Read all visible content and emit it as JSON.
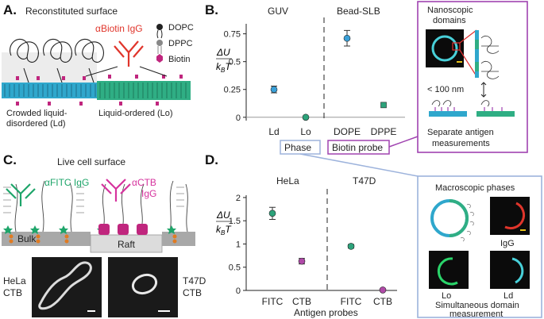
{
  "panels": {
    "A": {
      "label": "A.",
      "title": "Reconstituted surface",
      "antibody": "αBiotin IgG",
      "legend": [
        "DOPC",
        "DPPC",
        "Biotin"
      ],
      "ld_label": [
        "Crowded liquid-",
        "disordered (Ld)"
      ],
      "lo_label": "Liquid-ordered (Lo)",
      "colors": {
        "ld": "#2fa7cc",
        "lo": "#2fae84",
        "igg": "#e0352b",
        "biotin": "#c0267e",
        "crowd": "#e6e6e6"
      }
    },
    "B": {
      "label": "B.",
      "group_left": "GUV",
      "group_right": "Bead-SLB",
      "ylabel_top": "ΔU",
      "ylabel_bottom": "k",
      "ylabel_sub": "B",
      "ylabel_tail": "T",
      "box_left": "Phase",
      "box_right": "Biotin probe",
      "inset_title": [
        "Nanoscopic",
        "domains"
      ],
      "inset_scale": "< 100 nm",
      "inset_caption": [
        "Separate antigen",
        "measurements"
      ],
      "border_color": "#a043b0"
    },
    "C": {
      "label": "C.",
      "title": "Live cell surface",
      "antibody_left": "αFITC IgG",
      "antibody_right_1": "αCTB",
      "antibody_right_2": "IgG",
      "bulk": "Bulk",
      "raft": "Raft",
      "cell_left": [
        "HeLa",
        "CTB"
      ],
      "cell_right": [
        "T47D",
        "CTB"
      ],
      "colors": {
        "fitc": "#1ea56a",
        "ctb": "#d6339e"
      }
    },
    "D": {
      "label": "D.",
      "group_left": "HeLa",
      "group_right": "T47D",
      "ylabel_top": "ΔU",
      "ylabel_bottom": "k",
      "ylabel_sub": "B",
      "ylabel_tail": "T",
      "xlabel": "Antigen probes",
      "inset_title": "Macroscopic phases",
      "inset_labels": [
        "IgG",
        "Lo",
        "Ld"
      ],
      "inset_caption": [
        "Simultaneous domain",
        "measurement"
      ],
      "border_color": "#9db3dc"
    }
  },
  "chart_data": [
    {
      "type": "scatter",
      "panel": "B",
      "categories": [
        "Ld",
        "Lo",
        "DOPE",
        "DPPE"
      ],
      "values": [
        0.25,
        0.0,
        0.71,
        0.11
      ],
      "errors": [
        0.03,
        0.0,
        0.07,
        0.0
      ],
      "colors": [
        "#3aa0d8",
        "#2da37b",
        "#3aa0d8",
        "#2da37b"
      ],
      "yticks": [
        0,
        0.25,
        0.5,
        0.75
      ],
      "ylim": [
        -0.03,
        0.84
      ],
      "groups": [
        "GUV",
        "Bead-SLB"
      ]
    },
    {
      "type": "scatter",
      "panel": "D",
      "categories": [
        "FITC",
        "CTB",
        "FITC",
        "CTB"
      ],
      "values": [
        1.66,
        0.63,
        0.95,
        0.01
      ],
      "errors": [
        0.13,
        0.06,
        0.04,
        0.0
      ],
      "colors": [
        "#2da37b",
        "#b04aa8",
        "#2da37b",
        "#b04aa8"
      ],
      "yticks": [
        0,
        0.5,
        1,
        1.5,
        2
      ],
      "ylim": [
        0,
        2.05
      ],
      "groups": [
        "HeLa",
        "T47D"
      ],
      "xlabel": "Antigen probes"
    }
  ]
}
